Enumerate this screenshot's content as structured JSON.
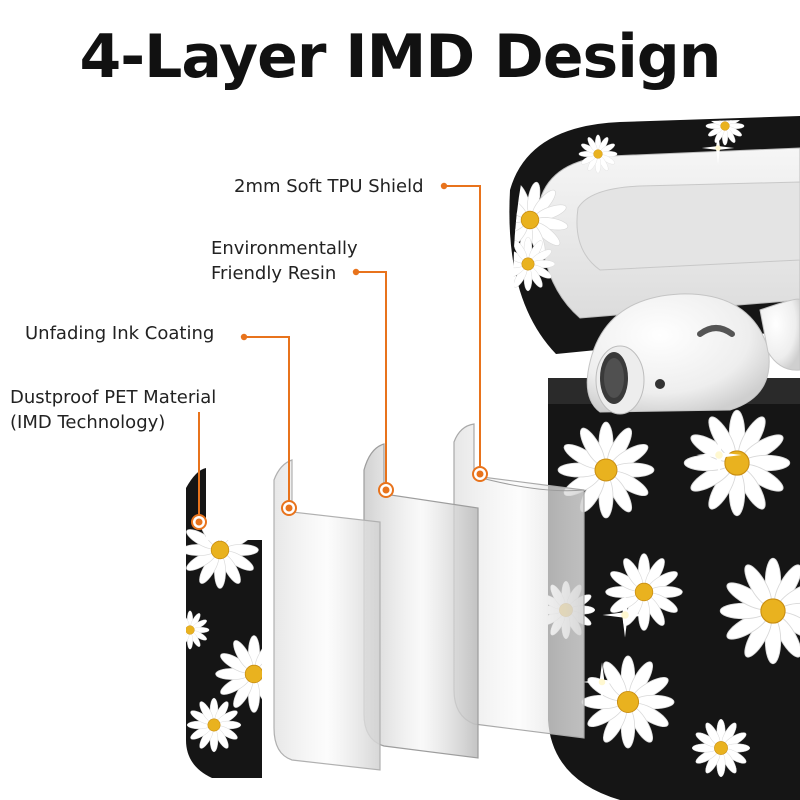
{
  "title": "4-Layer IMD Design",
  "labels": {
    "tpu": "2mm Soft TPU Shield",
    "resin_line1": "Environmentally",
    "resin_line2": "Friendly Resin",
    "ink": "Unfading Ink Coating",
    "pet_line1": "Dustproof PET Material",
    "pet_line2": "(IMD Technology)"
  },
  "colors": {
    "accent": "#e8731c",
    "case_black": "#151515",
    "daisy_petal": "#ffffff",
    "daisy_center": "#e9b21f"
  }
}
